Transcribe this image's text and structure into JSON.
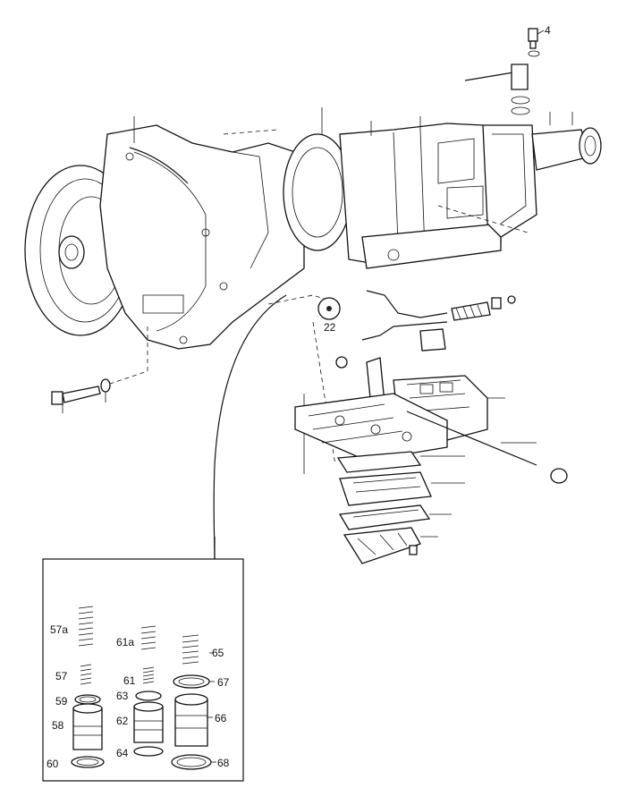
{
  "callouts": {
    "c4": "4",
    "c22": "22",
    "c57a": "57a",
    "c57": "57",
    "c59": "59",
    "c58": "58",
    "c60": "60",
    "c61a": "61a",
    "c61": "61",
    "c63": "63",
    "c62": "62",
    "c64": "64",
    "c65": "65",
    "c67": "67",
    "c66": "66",
    "c68": "68"
  },
  "colors": {
    "ink": "#111111",
    "paper": "#ffffff"
  }
}
